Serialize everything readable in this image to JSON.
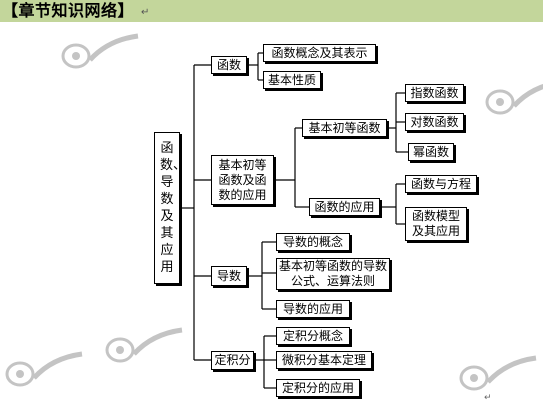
{
  "header": {
    "title": "【章节知识网络】",
    "para_mark": "↵"
  },
  "colors": {
    "header_bg": "#c3d69b",
    "line": "#000000",
    "watermark": "#b8b8b8"
  },
  "nodes": {
    "root": "函数、导数及其应用",
    "hanshu": "函数",
    "gainian": "函数概念及其表示",
    "xingzhi": "基本性质",
    "jiben": "基本初等函数及函数的应用",
    "jiben_chudeng": "基本初等函数",
    "zhishu": "指数函数",
    "duishu": "对数函数",
    "mi": "幂函数",
    "yingyong": "函数的应用",
    "fangcheng": "函数与方程",
    "moxing": "函数模型及其应用",
    "daoshu": "导数",
    "daoshu_gainian": "导数的概念",
    "gongshi": "基本初等函数的导数公式、运算法则",
    "daoshu_yingyong": "导数的应用",
    "dingjifen": "定积分",
    "dingjifen_gainian": "定积分概念",
    "dingli": "微积分基本定理",
    "dingjifen_yingyong": "定积分的应用"
  },
  "footer": {
    "para_mark": "↵"
  }
}
